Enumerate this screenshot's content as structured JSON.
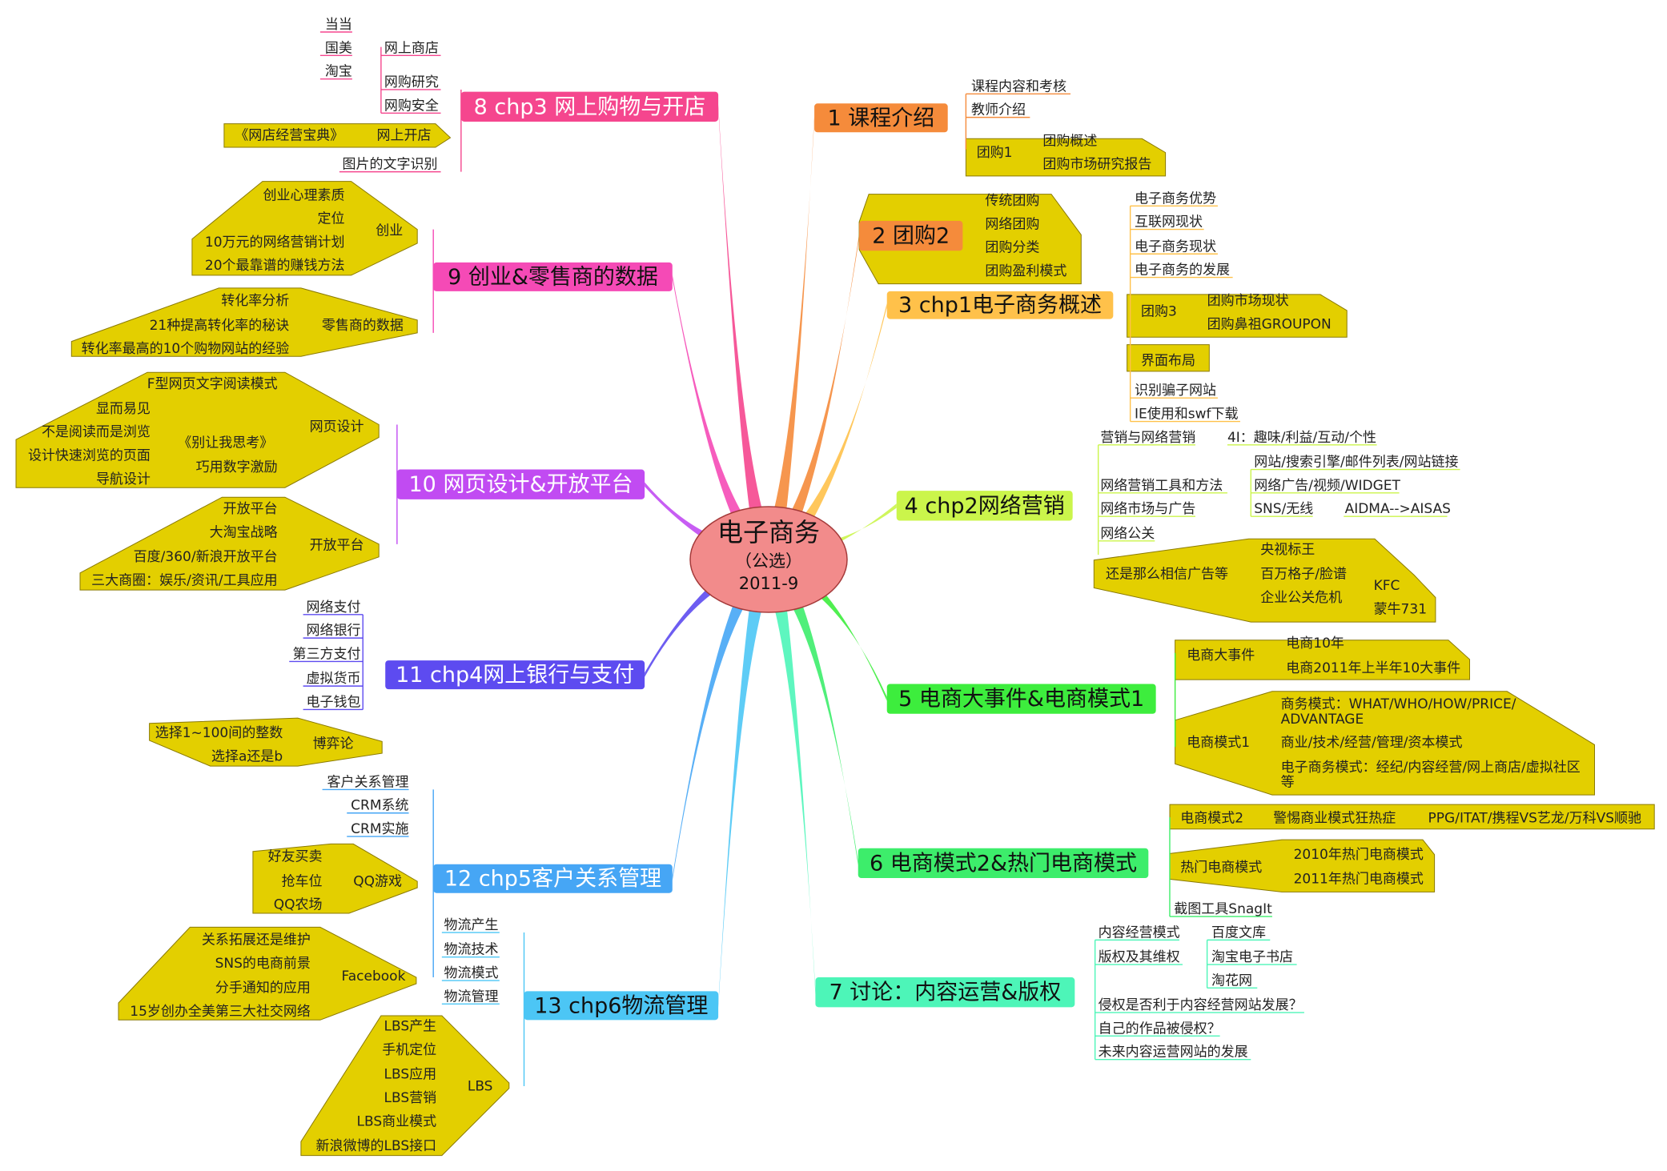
{
  "center": {
    "title": "电子商务",
    "subtitle": "（公选）",
    "date": "2011-9"
  },
  "colors": {
    "center_fill": "#f28b8b",
    "note_fill": "#e3cf00",
    "note_stroke": "#8a7a00"
  },
  "branches": [
    {
      "id": "b1",
      "label": "1 课程介绍",
      "color": "#f58b3b",
      "text": "dark"
    },
    {
      "id": "b2",
      "label": "2 团购2",
      "color": "#f58b3b",
      "text": "dark"
    },
    {
      "id": "b3",
      "label": "3 chp1电子商务概述",
      "color": "#ffc14a",
      "text": "dark"
    },
    {
      "id": "b4",
      "label": "4 chp2网络营销",
      "color": "#cbf54b",
      "text": "dark"
    },
    {
      "id": "b5",
      "label": "5 电商大事件&电商模式1",
      "color": "#3ded3d",
      "text": "dark"
    },
    {
      "id": "b6",
      "label": "6 电商模式2&热门电商模式",
      "color": "#3ded6b",
      "text": "dark"
    },
    {
      "id": "b7",
      "label": "7 讨论：内容运营&版权",
      "color": "#4df5b8",
      "text": "dark"
    },
    {
      "id": "b8",
      "label": "8 chp3 网上购物与开店",
      "color": "#f5468e",
      "text": "light"
    },
    {
      "id": "b9",
      "label": "9 创业&零售商的数据",
      "color": "#f54ab6",
      "text": "dark"
    },
    {
      "id": "b10",
      "label": "10 网页设计&开放平台",
      "color": "#c14bf2",
      "text": "light"
    },
    {
      "id": "b11",
      "label": "11 chp4网上银行与支付",
      "color": "#5d4bf0",
      "text": "light"
    },
    {
      "id": "b12",
      "label": "12 chp5客户关系管理",
      "color": "#46a6f5",
      "text": "light"
    },
    {
      "id": "b13",
      "label": "13 chp6物流管理",
      "color": "#4cc6f5",
      "text": "dark"
    }
  ],
  "labels": {
    "b1": [
      "课程内容和考核",
      "教师介绍",
      "团购1",
      "团购概述",
      "团购市场研究报告"
    ],
    "b2": [
      "传统团购",
      "网络团购",
      "团购分类",
      "团购盈利模式"
    ],
    "b3": [
      "电子商务优势",
      "互联网现状",
      "电子商务现状",
      "电子商务的发展",
      "团购3",
      "团购市场现状",
      "团购鼻祖GROUPON",
      "界面布局",
      "识别骗子网站",
      "IE使用和swf下载"
    ],
    "b4": [
      "营销与网络营销",
      "4I：趣味/利益/互动/个性",
      "网络营销工具和方法",
      "网站/搜索引擎/邮件列表/网站链接",
      "网络广告/视频/WIDGET",
      "SNS/无线",
      "AIDMA-->AISAS",
      "网络市场与广告",
      "网络公关",
      "还是那么相信广告等",
      "央视标王",
      "百万格子/脸谱",
      "企业公关危机",
      "KFC",
      "蒙牛731"
    ],
    "b5": [
      "电商大事件",
      "电商10年",
      "电商2011年上半年10大事件",
      "电商模式1",
      "商务模式：WHAT/WHO/HOW/PRICE/",
      "ADVANTAGE",
      "商业/技术/经营/管理/资本模式",
      "电子商务模式：经纪/内容经营/网上商店/虚拟社区",
      "等"
    ],
    "b6": [
      "电商模式2",
      "警惕商业模式狂热症",
      "PPG/ITAT/携程VS艺龙/万科VS顺驰",
      "热门电商模式",
      "2010年热门电商模式",
      "2011年热门电商模式",
      "截图工具SnagIt"
    ],
    "b7": [
      "内容经营模式",
      "百度文库",
      "版权及其维权",
      "淘宝电子书店",
      "淘花网",
      "侵权是否利于内容经营网站发展？",
      "自己的作品被侵权？",
      "未来内容运营网站的发展"
    ],
    "b8": [
      "当当",
      "国美",
      "淘宝",
      "网上商店",
      "网购研究",
      "网购安全",
      "《网店经营宝典》",
      "网上开店",
      "图片的文字识别"
    ],
    "b9": [
      "创业心理素质",
      "定位",
      "10万元的网络营销计划",
      "20个最靠谱的赚钱方法",
      "创业",
      "转化率分析",
      "21种提高转化率的秘诀",
      "转化率最高的10个购物网站的经验",
      "零售商的数据"
    ],
    "b10": [
      "F型网页文字阅读模式",
      "显而易见",
      "不是阅读而是浏览",
      "设计快速浏览的页面",
      "导航设计",
      "《别让我思考》",
      "巧用数字激励",
      "网页设计",
      "开放平台",
      "大淘宝战略",
      "百度/360/新浪开放平台",
      "三大商圈：娱乐/资讯/工具应用",
      "开放平台"
    ],
    "b11": [
      "网络支付",
      "网络银行",
      "第三方支付",
      "虚拟货币",
      "电子钱包",
      "选择1~100间的整数",
      "选择a还是b",
      "博弈论"
    ],
    "b12": [
      "客户关系管理",
      "CRM系统",
      "CRM实施",
      "好友买卖",
      "抢车位",
      "QQ农场",
      "QQ游戏",
      "关系拓展还是维护",
      "SNS的电商前景",
      "分手通知的应用",
      "15岁创办全美第三大社交网络",
      "Facebook"
    ],
    "b13": [
      "物流产生",
      "物流技术",
      "物流模式",
      "物流管理",
      "LBS产生",
      "手机定位",
      "LBS应用",
      "LBS营销",
      "LBS商业模式",
      "新浪微博的LBS接口",
      "LBS"
    ]
  }
}
